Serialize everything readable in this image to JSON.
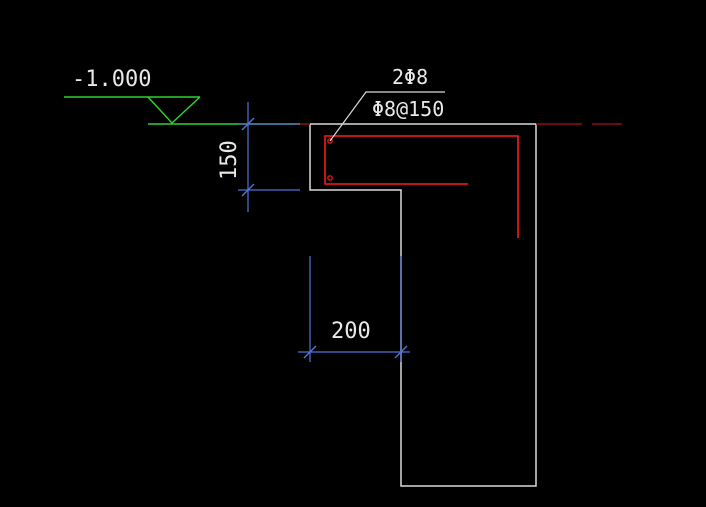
{
  "colors": {
    "background": "#000000",
    "outline": "#d9d9d9",
    "rebar": "#ff1a1a",
    "rebar_dark": "#8c1010",
    "dimension": "#4f74d6",
    "grade": "#2fd12f",
    "leader": "#d9d9d9",
    "text": "#e8e8e8"
  },
  "labels": {
    "elevation": "-1.000",
    "longitudinal_bars": "2Φ8",
    "stirrups": "Φ8@150",
    "dim_depth": "150",
    "dim_width": "200"
  }
}
